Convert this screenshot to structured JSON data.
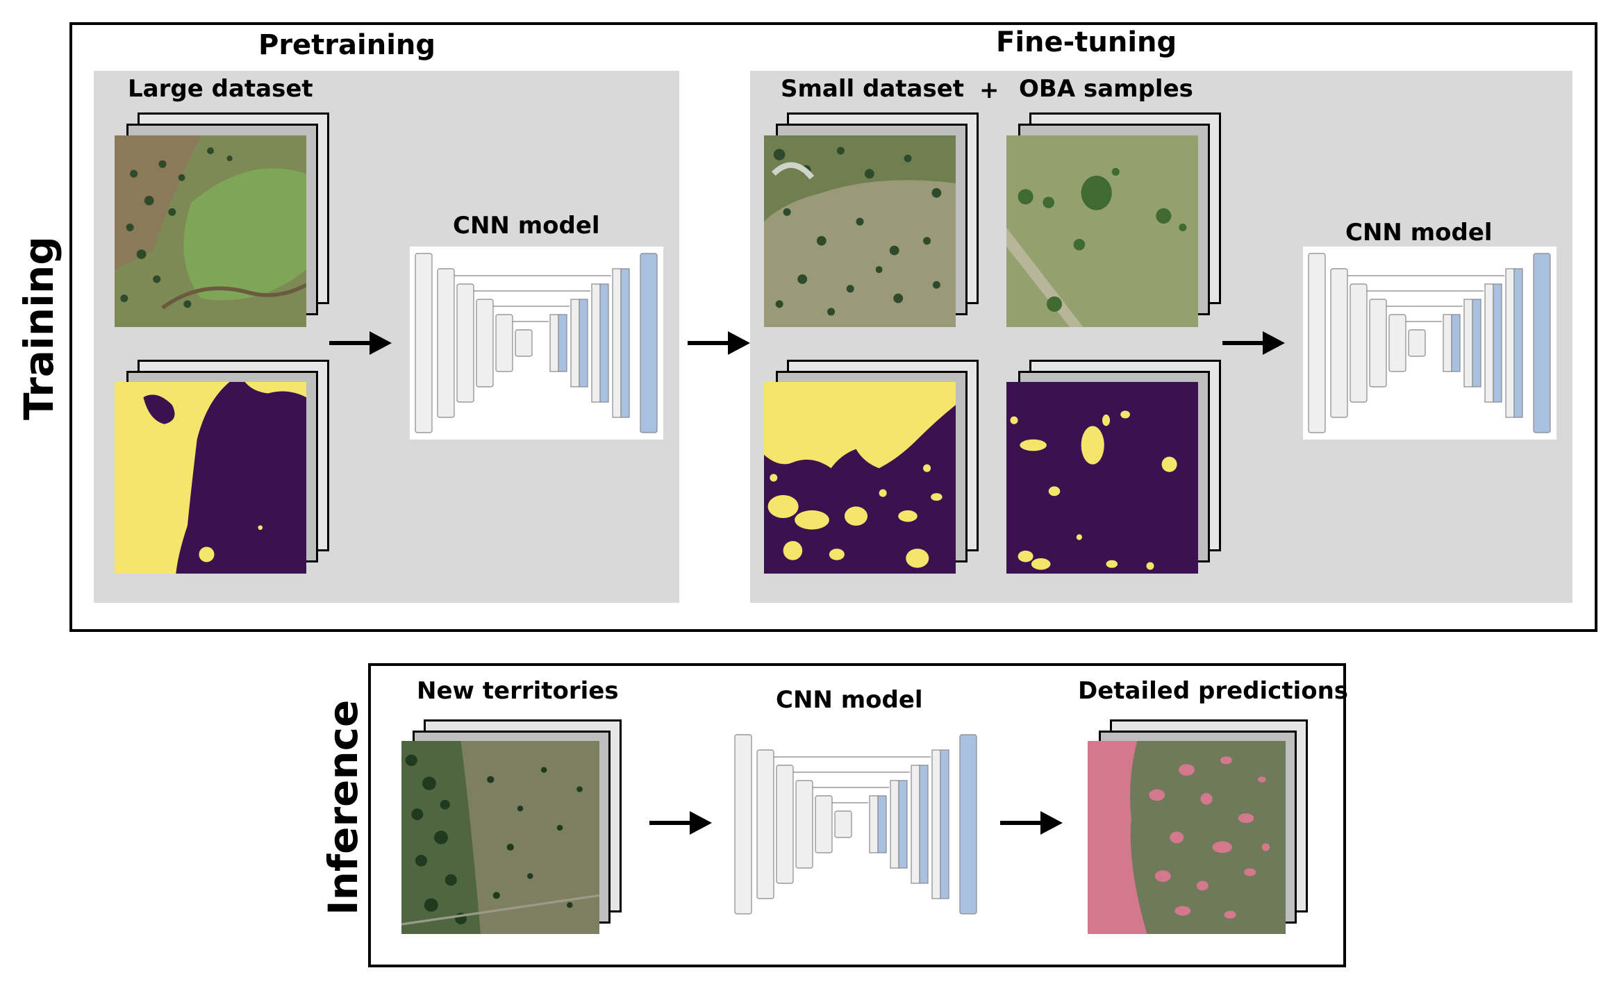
{
  "training": {
    "side_label": "Training",
    "pretraining": {
      "title": "Pretraining",
      "dataset_label": "Large dataset",
      "model_label": "CNN model"
    },
    "finetuning": {
      "title": "Fine-tuning",
      "dataset_label": "Small dataset",
      "plus": "+",
      "samples_label": "OBA samples",
      "model_label": "CNN model"
    }
  },
  "inference": {
    "side_label": "Inference",
    "input_label": "New territories",
    "model_label": "CNN model",
    "output_label": "Detailed predictions"
  },
  "colors": {
    "panel": "#d9d9d9",
    "mask_yellow": "#f5e56b",
    "mask_purple": "#3b1150",
    "cnn_encoder": "#efefef",
    "cnn_decoder": "#a9c0e1",
    "prediction_pink": "#d4788e"
  }
}
